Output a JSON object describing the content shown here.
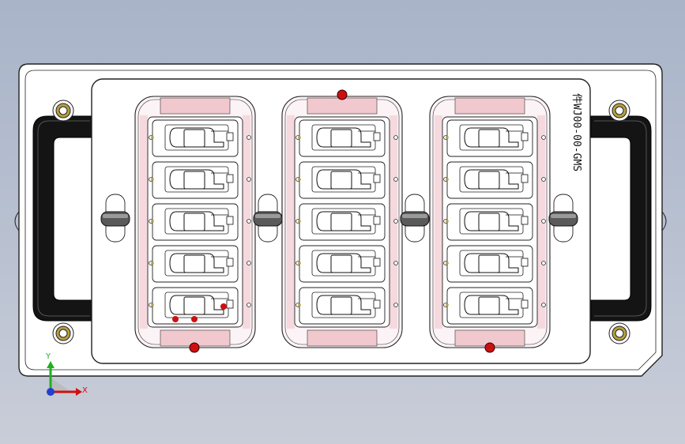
{
  "part": {
    "engraving": "件WJ00-00-GMS"
  },
  "axes": {
    "x_label": "X",
    "y_label": "Y"
  },
  "colors": {
    "background_top": "#a9b4c9",
    "background_bottom": "#c9cdd8",
    "plate": "#ffffff",
    "outline": "#222222",
    "handle": "#111111",
    "pink": "#f2c8cf",
    "red_dot": "#cc1010",
    "bolt_gold": "#b8a040",
    "axis_x": "#d01010",
    "axis_y": "#20b020",
    "axis_z": "#2040d0"
  },
  "fixture": {
    "columns": 3,
    "rows_per_column": 5
  }
}
